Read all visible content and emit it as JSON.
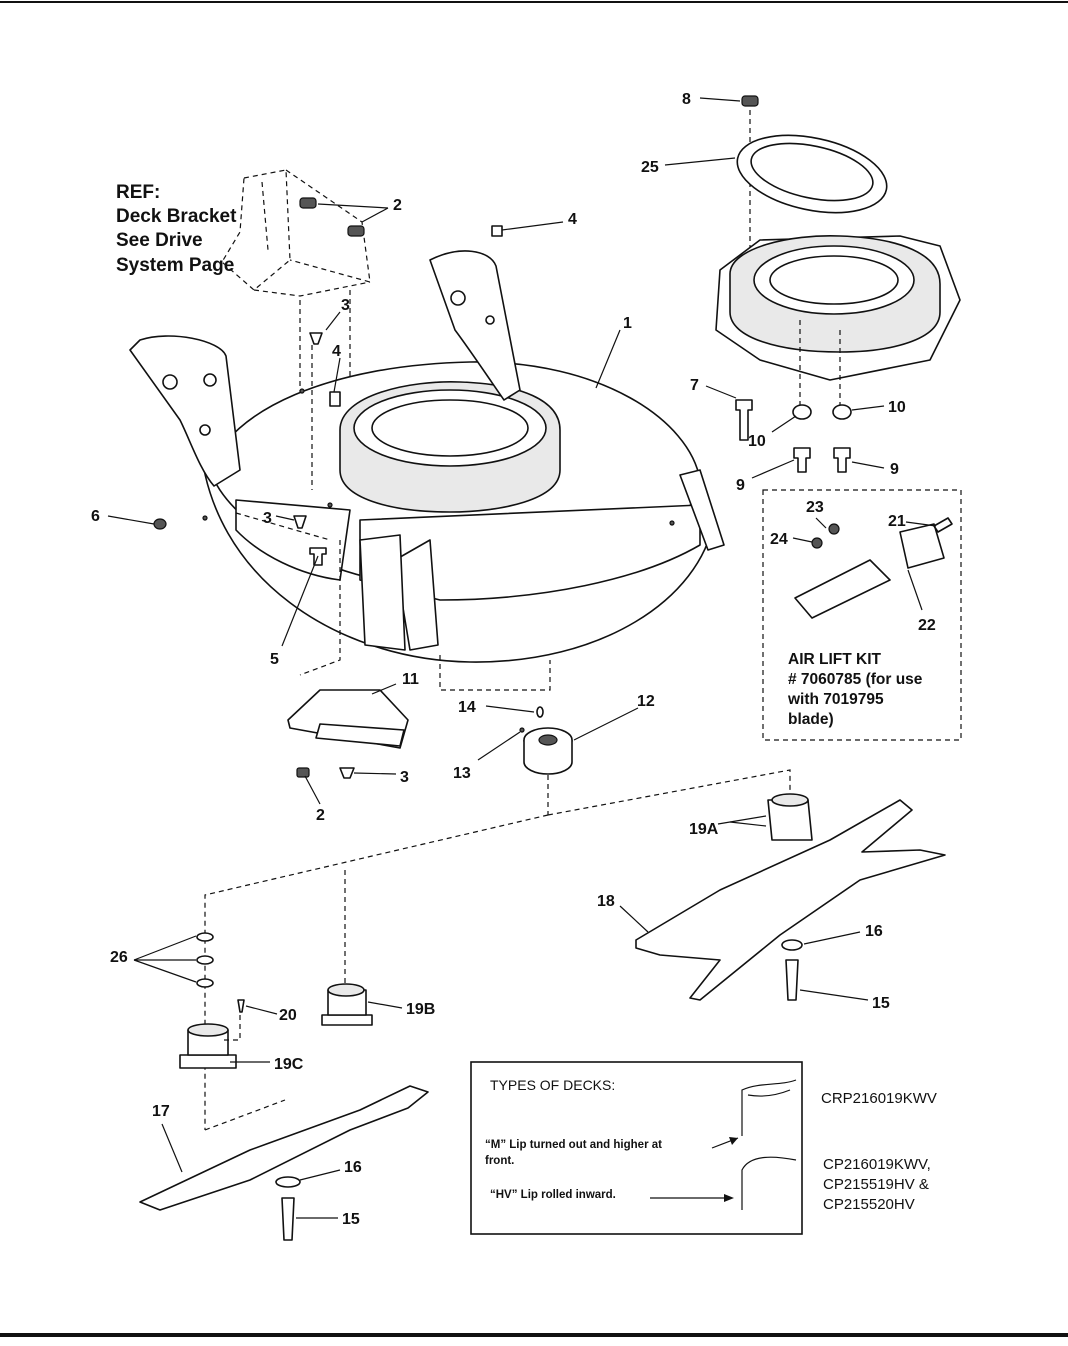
{
  "ref_note": {
    "lines": [
      "REF:",
      "Deck Bracket",
      "See Drive",
      "System Page"
    ]
  },
  "callouts": {
    "c1": "1",
    "c2a": "2",
    "c2b": "2",
    "c3a": "3",
    "c3b": "3",
    "c3c": "3",
    "c4a": "4",
    "c4b": "4",
    "c5": "5",
    "c6": "6",
    "c7": "7",
    "c8": "8",
    "c9a": "9",
    "c9b": "9",
    "c10a": "10",
    "c10b": "10",
    "c11": "11",
    "c12": "12",
    "c13": "13",
    "c14": "14",
    "c15a": "15",
    "c15b": "15",
    "c16a": "16",
    "c16b": "16",
    "c17": "17",
    "c18": "18",
    "c19a": "19A",
    "c19b": "19B",
    "c19c": "19C",
    "c20": "20",
    "c21": "21",
    "c22": "22",
    "c23": "23",
    "c24": "24",
    "c25": "25",
    "c26": "26"
  },
  "air_lift_kit": {
    "lines": [
      "AIR LIFT KIT",
      "# 7060785 (for use",
      "with 7019795",
      "blade)"
    ]
  },
  "deck_types": {
    "title": "TYPES OF DECKS:",
    "m_lip_line1": "“M” Lip turned out and higher at",
    "m_lip_line2": "front.",
    "hv_lip": "“HV” Lip rolled inward.",
    "m_models": "CRP216019KWV",
    "hv_models": [
      "CP216019KWV,",
      "CP215519HV &",
      "CP215520HV"
    ]
  }
}
